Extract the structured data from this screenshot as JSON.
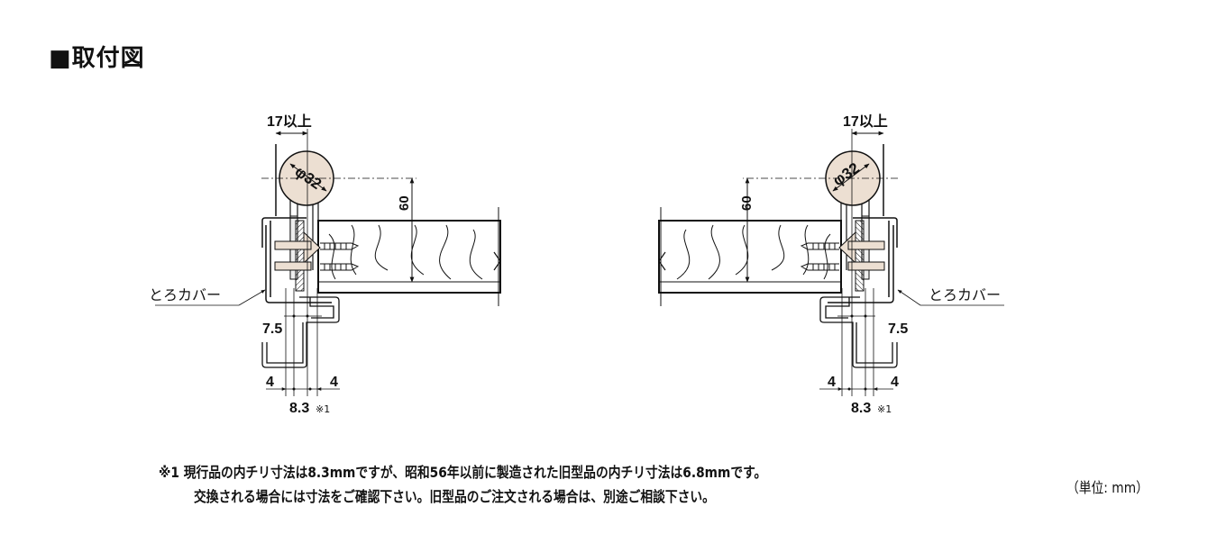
{
  "title": "■取付図",
  "diagrams": [
    {
      "side": "left",
      "min_gap": "17以上",
      "diameter": "φ32",
      "height": "60",
      "cover_label": "とろカバー",
      "step": "7.5",
      "left_dim": "4",
      "right_dim": "4",
      "inner_dim": "8.3",
      "note_mark": "※1"
    },
    {
      "side": "right",
      "min_gap": "17以上",
      "diameter": "φ32",
      "height": "60",
      "cover_label": "とろカバー",
      "step": "7.5",
      "left_dim": "4",
      "right_dim": "4",
      "inner_dim": "8.3",
      "note_mark": "※1"
    }
  ],
  "notes": {
    "line1": "※1  現行品の内チリ寸法は8.3mmですが、昭和56年以前に製造された旧型品の内チリ寸法は6.8mmです。",
    "line2": "交換される場合には寸法をご確認下さい。旧型品のご注文される場合は、別途ご相談下さい。"
  },
  "unit": "（単位: mm）"
}
